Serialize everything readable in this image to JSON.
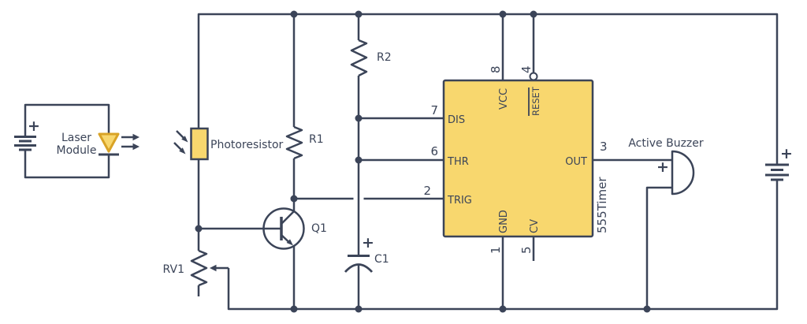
{
  "colors": {
    "wire": "#3b4458",
    "component_fill": "#f8d76e",
    "laser_diode_outline": "#d9a326",
    "background": "#ffffff"
  },
  "laser_module": {
    "label_line1": "Laser",
    "label_line2": "Module",
    "battery_plus": "+"
  },
  "components": {
    "photoresistor_label": "Photoresistor",
    "r1_label": "R1",
    "r2_label": "R2",
    "q1_label": "Q1",
    "rv1_label": "RV1",
    "c1_label": "C1",
    "c1_plus": "+",
    "buzzer_label": "Active Buzzer",
    "buzzer_plus": "+",
    "main_battery_plus": "+"
  },
  "ic555": {
    "name": "555Timer",
    "pins": {
      "vcc": {
        "number": "8",
        "label": "VCC"
      },
      "reset": {
        "number": "4",
        "label": "RESET"
      },
      "dis": {
        "number": "7",
        "label": "DIS"
      },
      "thr": {
        "number": "6",
        "label": "THR"
      },
      "trig": {
        "number": "2",
        "label": "TRIG"
      },
      "out": {
        "number": "3",
        "label": "OUT"
      },
      "gnd": {
        "number": "1",
        "label": "GND"
      },
      "cv": {
        "number": "5",
        "label": "CV"
      }
    }
  }
}
